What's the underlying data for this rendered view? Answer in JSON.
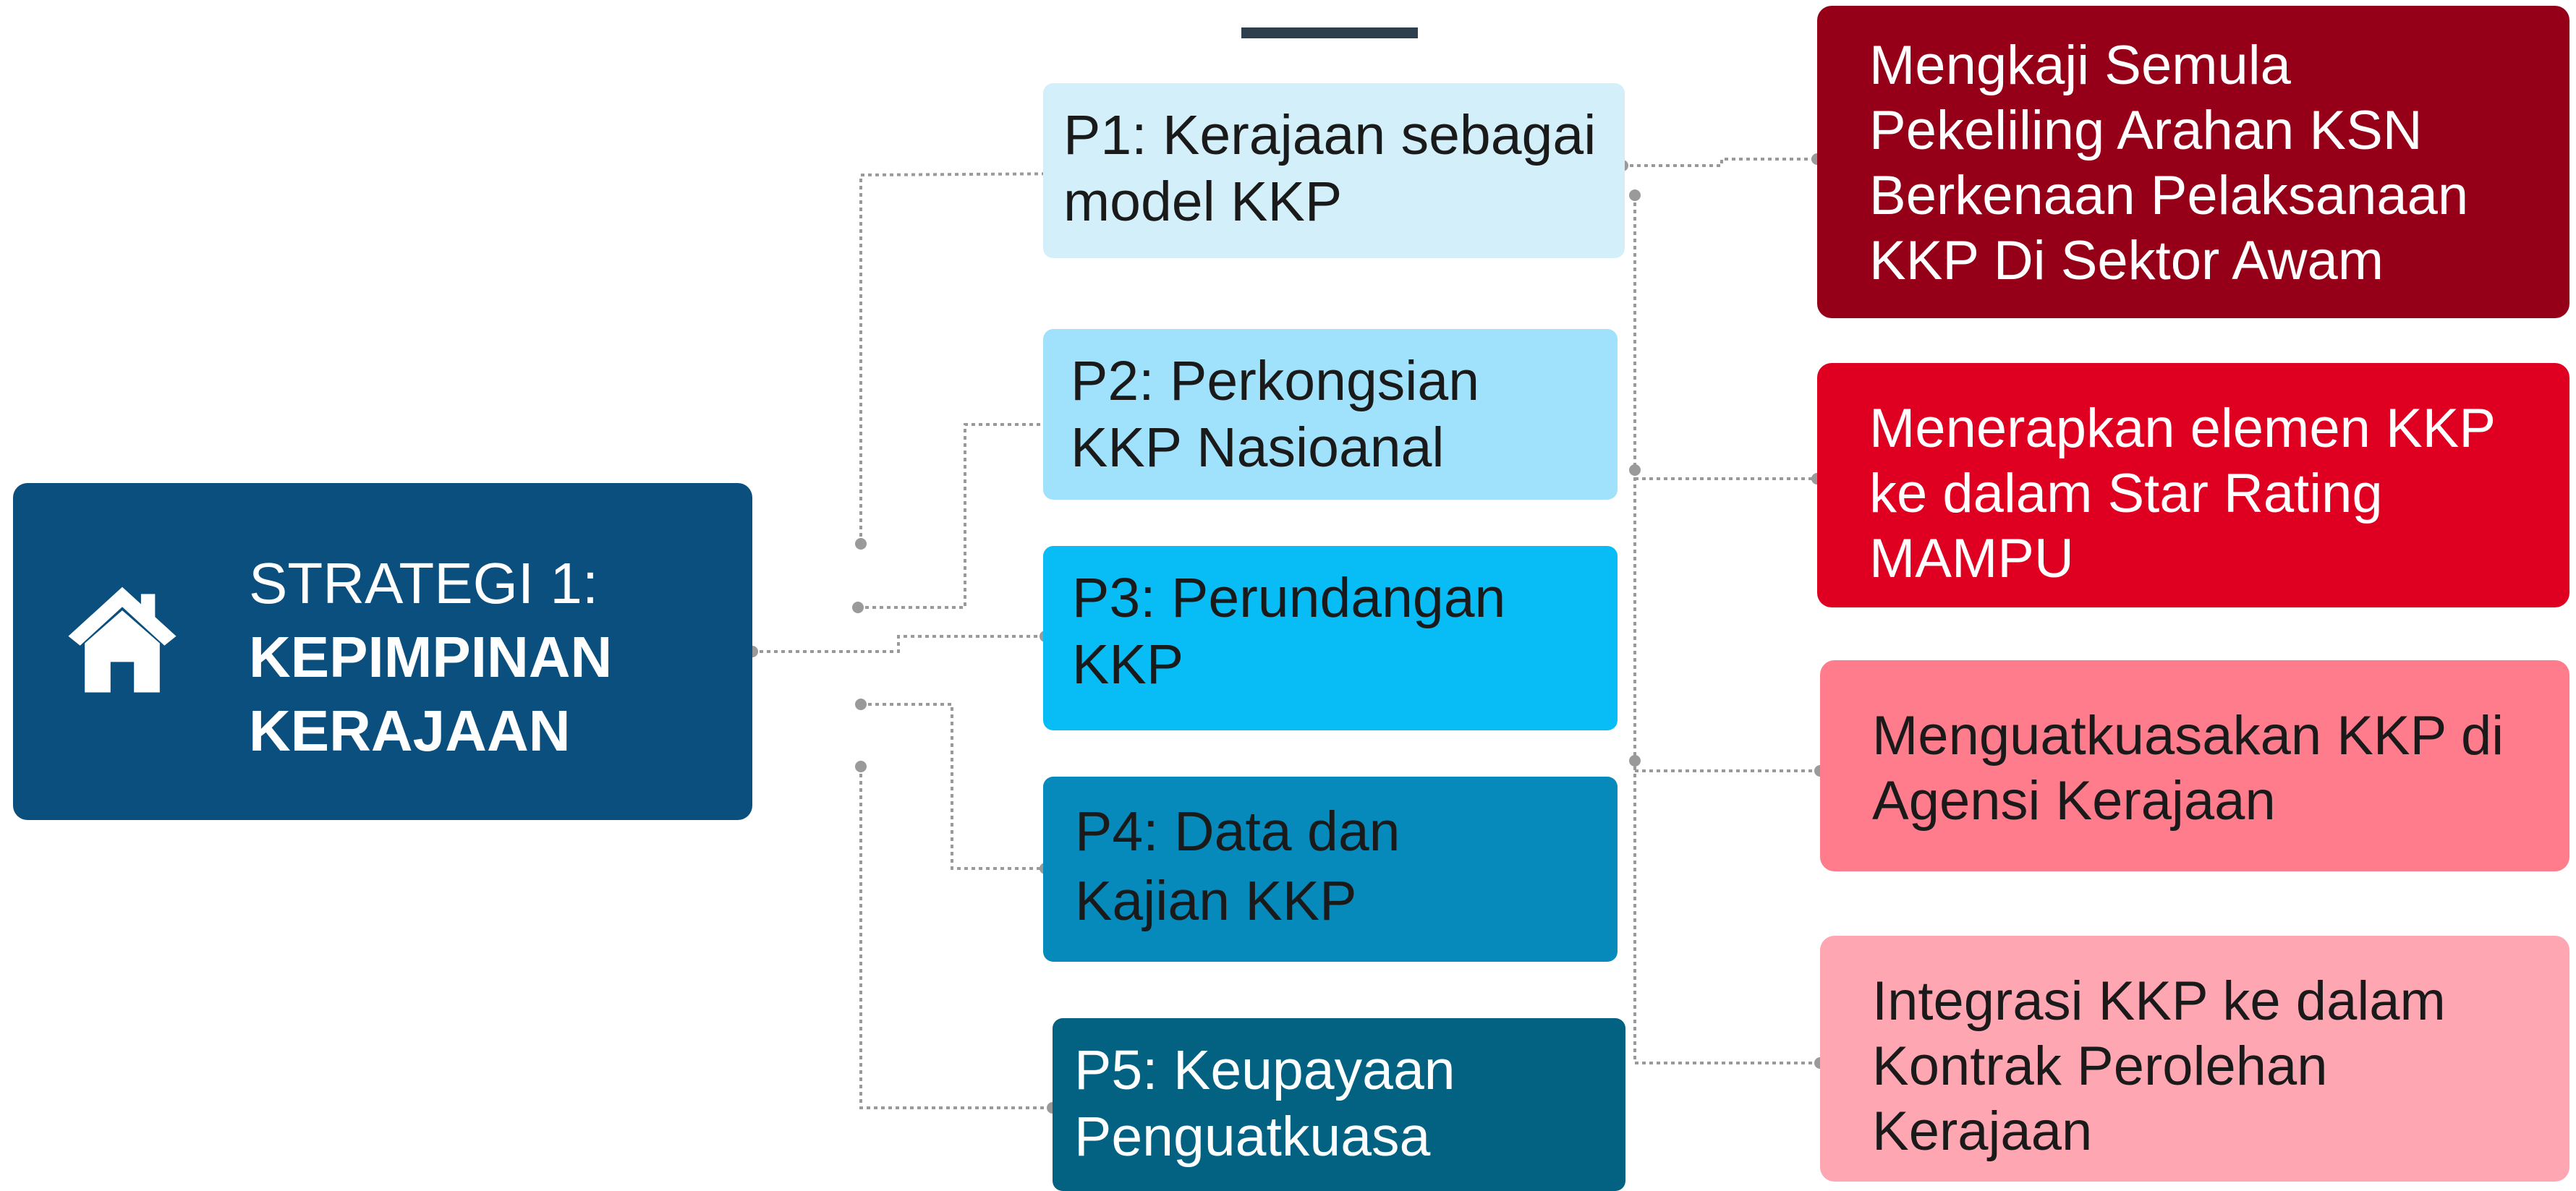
{
  "strategy": {
    "label": "STRATEGI 1:",
    "title": "KEPIMPINAN KERAJAAN",
    "color": "#0a4f7e",
    "icon": "home-icon"
  },
  "pillars": [
    {
      "label": "P1: Kerajaan sebagai model KKP",
      "color": "#d2effa"
    },
    {
      "label": "P2: Perkongsian KKP Nasioanal",
      "color": "#a0e1fb"
    },
    {
      "label": "P3: Perundangan KKP",
      "color": "#08bdf5"
    },
    {
      "label": "P4: Data dan Kajian KKP",
      "color": "#058abb"
    },
    {
      "label": "P5: Keupayaan Penguatkuasa",
      "color": "#036282"
    }
  ],
  "initiatives": [
    {
      "label": "Mengkaji Semula Pekeliling Arahan KSN Berkenaan Pelaksanaan KKP Di Sektor Awam",
      "color": "#950018"
    },
    {
      "label": "Menerapkan elemen KKP ke dalam Star Rating MAMPU",
      "color": "#df0021"
    },
    {
      "label": "Menguatkuasakan KKP di Agensi Kerajaan",
      "color": "#fe7c8c"
    },
    {
      "label": "Integrasi KKP ke dalam Kontrak Perolehan Kerajaan",
      "color": "#fea7b2"
    }
  ],
  "connector_color": "#9a9a9a",
  "header_bar_color": "#2d3e4c"
}
